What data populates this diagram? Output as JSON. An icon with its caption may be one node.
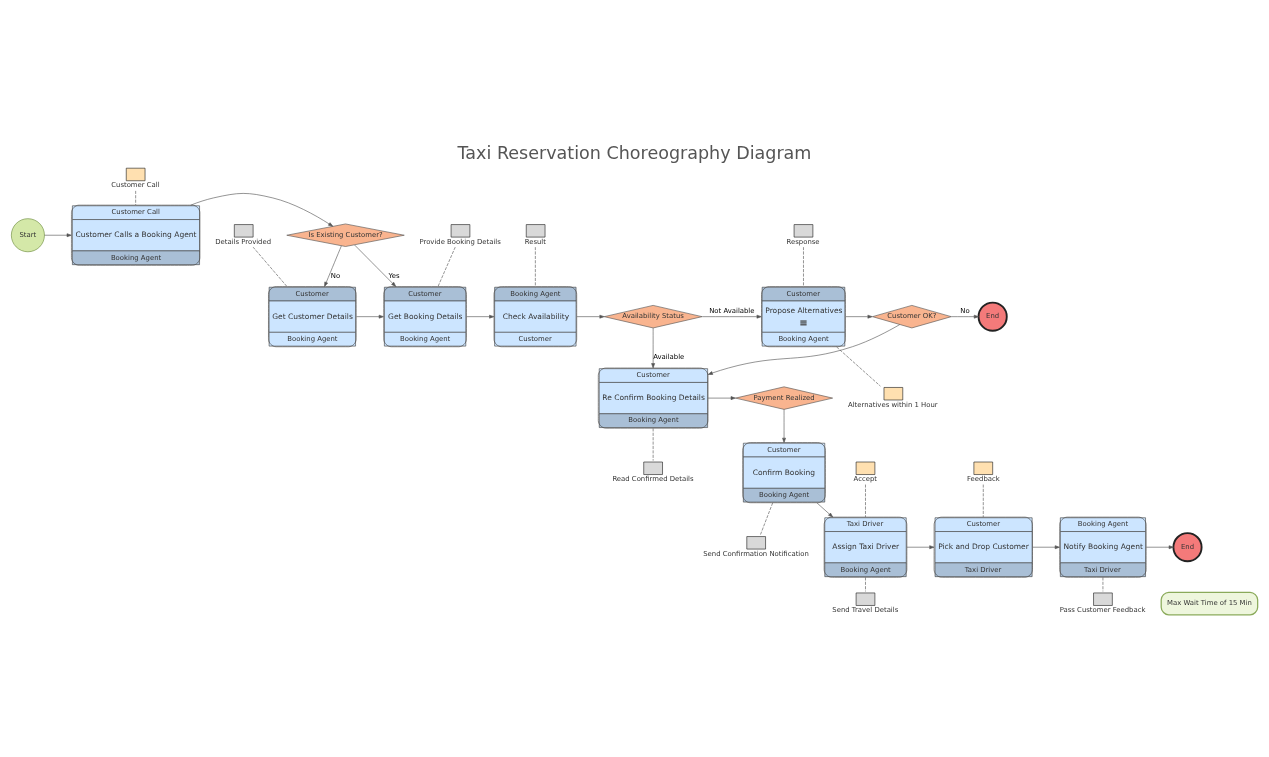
{
  "diagram": {
    "title": "Taxi Reservation Choreography Diagram",
    "nodes": [
      {
        "text": [
          "Start"
        ]
      },
      {
        "text": [
          "Customer Call"
        ]
      },
      {
        "text": [
          "Customer Call",
          "Customer Calls a Booking Agent",
          "Booking Agent"
        ]
      },
      {
        "text": [
          "Is Existing Customer?"
        ]
      },
      {
        "text": [
          "Details Provided"
        ]
      },
      {
        "text": [
          "Provide Booking Details"
        ]
      },
      {
        "text": [
          "Result"
        ]
      },
      {
        "text": [
          "Response"
        ]
      },
      {
        "text": [
          "Customer",
          "Get Customer Details",
          "Booking Agent"
        ]
      },
      {
        "text": [
          "Customer",
          "Get Booking Details",
          "Booking Agent"
        ]
      },
      {
        "text": [
          "Booking Agent",
          "Check Availability",
          "Customer"
        ]
      },
      {
        "text": [
          "Availability Status"
        ]
      },
      {
        "text": [
          "Customer",
          "Propose Alternatives",
          "Booking Agent"
        ]
      },
      {
        "text": [
          "Customer OK?"
        ]
      },
      {
        "text": [
          "End"
        ]
      },
      {
        "text": [
          "Alternatives within 1 Hour"
        ]
      },
      {
        "text": [
          "Customer",
          "Re Confirm Booking Details",
          "Booking Agent"
        ]
      },
      {
        "text": [
          "Payment Realized"
        ]
      },
      {
        "text": [
          "Read Confirmed Details"
        ]
      },
      {
        "text": [
          "Customer",
          "Confirm Booking",
          "Booking Agent"
        ]
      },
      {
        "text": [
          "Send Confirmation Notification"
        ]
      },
      {
        "text": [
          "Accept"
        ]
      },
      {
        "text": [
          "Feedback"
        ]
      },
      {
        "text": [
          "Taxi Driver",
          "Assign Taxi Driver",
          "Booking Agent"
        ]
      },
      {
        "text": [
          "Customer",
          "Pick and Drop Customer",
          "Taxi Driver"
        ]
      },
      {
        "text": [
          "Booking Agent",
          "Notify Booking Agent",
          "Taxi Driver"
        ]
      },
      {
        "text": [
          "End"
        ]
      },
      {
        "text": [
          "Max Wait Time of 15 Min"
        ]
      },
      {
        "text": [
          "Send Travel Details"
        ]
      },
      {
        "text": [
          "Pass Customer Feedback"
        ]
      }
    ],
    "edges": [
      {
        "from": 0,
        "to": 2,
        "arrow": "to"
      },
      {
        "from": 2,
        "to": 3,
        "arrow": "to"
      },
      {
        "from": 3,
        "to": 9,
        "arrow": "to",
        "label": "Yes"
      },
      {
        "from": 3,
        "to": 8,
        "arrow": "to",
        "label": "No"
      },
      {
        "from": 8,
        "to": 9,
        "arrow": "to"
      },
      {
        "from": 9,
        "to": 10,
        "arrow": "to"
      },
      {
        "from": 10,
        "to": 11,
        "arrow": "to"
      },
      {
        "from": 11,
        "to": 12,
        "arrow": "to",
        "label": "Not Available"
      },
      {
        "from": 12,
        "to": 13,
        "arrow": "to"
      },
      {
        "from": 13,
        "to": 14,
        "arrow": "to",
        "label": "No"
      },
      {
        "from": 13,
        "to": 16,
        "arrow": "to"
      },
      {
        "from": 11,
        "to": 16,
        "arrow": "to",
        "label": "Available"
      },
      {
        "from": 16,
        "to": 17,
        "arrow": "to"
      },
      {
        "from": 17,
        "to": 19,
        "arrow": "to"
      },
      {
        "from": 19,
        "to": 23,
        "arrow": "to"
      },
      {
        "from": 23,
        "to": 24,
        "arrow": "to"
      },
      {
        "from": 24,
        "to": 25,
        "arrow": "to"
      },
      {
        "from": 25,
        "to": 26,
        "arrow": "to"
      },
      {
        "from": 1,
        "to": 2,
        "arrow": "none",
        "style": "dashed"
      },
      {
        "from": 4,
        "to": 8,
        "arrow": "none",
        "style": "dashed"
      },
      {
        "from": 5,
        "to": 9,
        "arrow": "none",
        "style": "dashed"
      },
      {
        "from": 6,
        "to": 10,
        "arrow": "none",
        "style": "dashed"
      },
      {
        "from": 7,
        "to": 12,
        "arrow": "none",
        "style": "dashed"
      },
      {
        "from": 12,
        "to": 15,
        "arrow": "none",
        "style": "dashed"
      },
      {
        "from": 16,
        "to": 18,
        "arrow": "none",
        "style": "dashed"
      },
      {
        "from": 19,
        "to": 20,
        "arrow": "none",
        "style": "dashed"
      },
      {
        "from": 21,
        "to": 23,
        "arrow": "none",
        "style": "dashed"
      },
      {
        "from": 22,
        "to": 24,
        "arrow": "none",
        "style": "dashed"
      },
      {
        "from": 23,
        "to": 28,
        "arrow": "none",
        "style": "dashed"
      },
      {
        "from": 25,
        "to": 29,
        "arrow": "none",
        "style": "dashed"
      }
    ]
  }
}
